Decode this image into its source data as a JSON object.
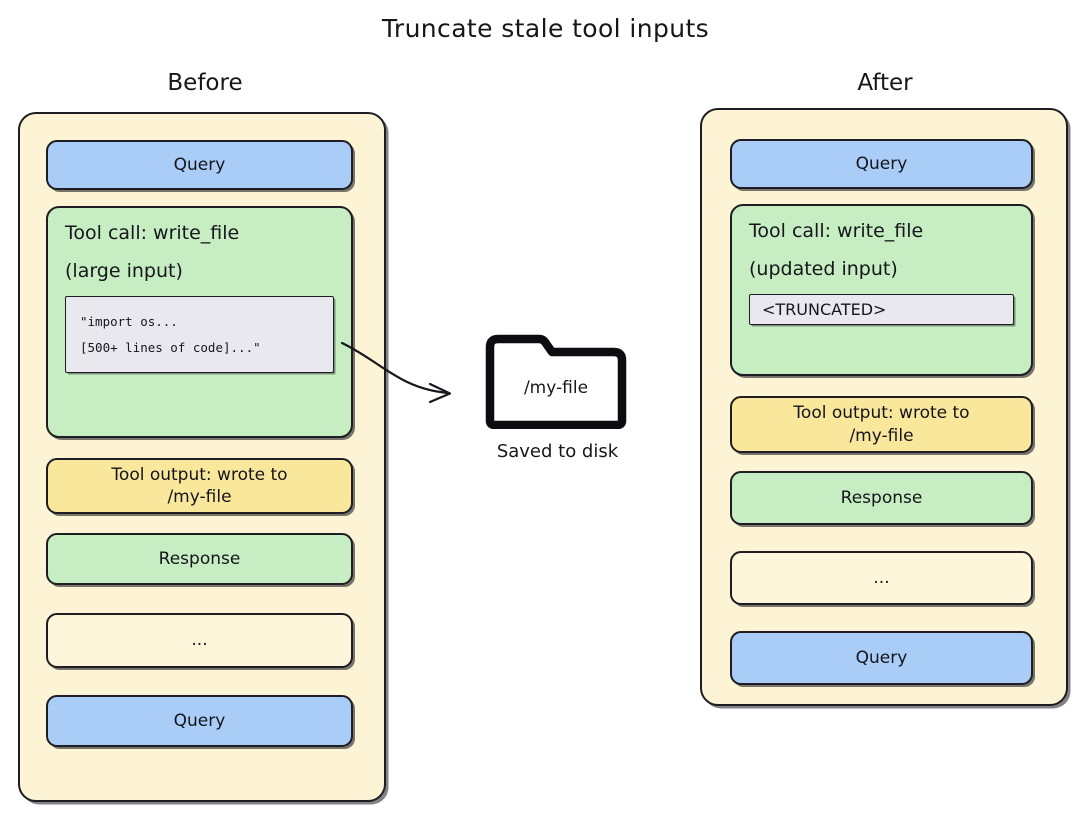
{
  "title": "Truncate stale tool inputs",
  "colors": {
    "container": "#fcf4d4",
    "query": "#a9cdf7",
    "tool_call": "#c6eec2",
    "tool_output": "#f9e79b",
    "response": "#c6eec2",
    "code_box": "#e8e8ee",
    "stroke": "#1d1d22"
  },
  "columns": {
    "before": {
      "heading": "Before",
      "blocks": [
        {
          "kind": "query",
          "label": "Query"
        },
        {
          "kind": "tool-call",
          "line1": "Tool call: write_file",
          "line2": "(large input)",
          "code_lines": [
            "\"import os...",
            "[500+ lines of code]...\""
          ]
        },
        {
          "kind": "tool-output",
          "label": "Tool output: wrote to\n/my-file"
        },
        {
          "kind": "response",
          "label": "Response"
        },
        {
          "kind": "ellipsis",
          "label": "..."
        },
        {
          "kind": "query",
          "label": "Query"
        }
      ]
    },
    "after": {
      "heading": "After",
      "blocks": [
        {
          "kind": "query",
          "label": "Query"
        },
        {
          "kind": "tool-call",
          "line1": "Tool call: write_file",
          "line2": "(updated input)",
          "code_lines": [
            "<TRUNCATED>"
          ]
        },
        {
          "kind": "tool-output",
          "label": "Tool output: wrote to\n/my-file"
        },
        {
          "kind": "response",
          "label": "Response"
        },
        {
          "kind": "ellipsis",
          "label": "..."
        },
        {
          "kind": "query",
          "label": "Query"
        }
      ]
    }
  },
  "disk": {
    "icon": "folder-icon",
    "folder_label": "/my-file",
    "caption": "Saved to disk"
  },
  "connector": {
    "icon": "arrow-icon",
    "from": "before-tool-call-code-box",
    "to": "folder-icon"
  }
}
